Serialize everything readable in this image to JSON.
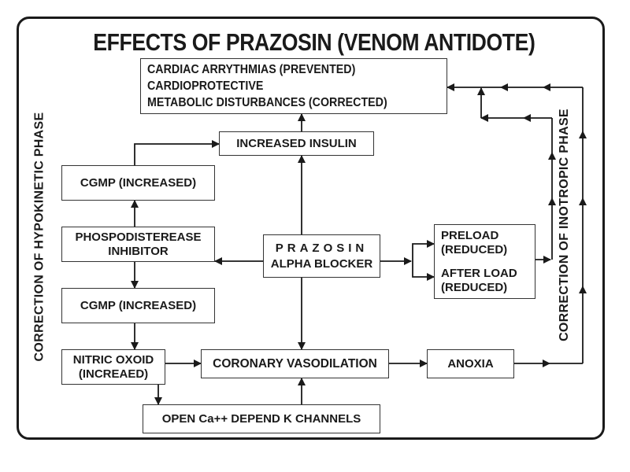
{
  "title": "EFFECTS OF PRAZOSIN (VENOM ANTIDOTE)",
  "side_labels": {
    "left": "CORRECTION OF HYPOKINETIC PHASE",
    "right": "CORRECTION OF INOTROPIC PHASE"
  },
  "boxes": {
    "outcomes": {
      "lines": [
        "CARDIAC ARRYTHMIAS (PREVENTED)",
        "CARDIOPROTECTIVE",
        "METABOLIC DISTURBANCES (CORRECTED)"
      ]
    },
    "insulin": {
      "label": "INCREASED INSULIN"
    },
    "cgmp_upper": {
      "label": "CGMP (INCREASED)"
    },
    "pde": {
      "lines": [
        "PHOSPODISTEREASE",
        "INHIBITOR"
      ]
    },
    "cgmp_lower": {
      "label": "CGMP (INCREASED)"
    },
    "nitric_oxide": {
      "lines": [
        "NITRIC OXOID",
        "(INCREAED)"
      ]
    },
    "prazosin": {
      "lines": [
        "PRAZOSIN",
        "ALPHA BLOCKER"
      ]
    },
    "load": {
      "lines": [
        "PRELOAD",
        "(REDUCED)",
        "AFTER LOAD",
        "(REDUCED)"
      ]
    },
    "coronary": {
      "label": "CORONARY VASODILATION"
    },
    "anoxia": {
      "label": "ANOXIA"
    },
    "k_channels": {
      "label": "OPEN Ca++ DEPEND K CHANNELS"
    }
  },
  "colors": {
    "ink": "#1a1a1a",
    "box_border": "#333333",
    "background": "#ffffff"
  }
}
